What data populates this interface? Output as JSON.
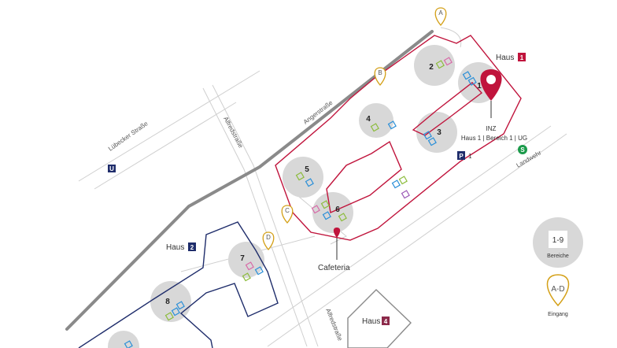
{
  "streets": {
    "angerstrasse": "Angerstraße",
    "luebecker": "Lübecker Straße",
    "alfred_top": "Alfredstraße",
    "alfred_bottom": "Alfredstraße",
    "landwehr": "Landwehr"
  },
  "buildings": {
    "haus1": {
      "label": "Haus",
      "number": "1",
      "color": "#c0143c"
    },
    "haus2": {
      "label": "Haus",
      "number": "2",
      "color": "#1f2d6b"
    },
    "haus4": {
      "label": "Haus",
      "number": "4",
      "color": "#8c2a4a"
    }
  },
  "areas": [
    "1",
    "2",
    "3",
    "4",
    "5",
    "6",
    "7",
    "8"
  ],
  "entrances": [
    "A",
    "B",
    "C",
    "D"
  ],
  "pois": {
    "inz_title": "INZ",
    "inz_detail": "Haus 1 | Bereich 1 | UG",
    "cafeteria": "Cafeteria",
    "parking_letter": "P",
    "parking_number": "1",
    "sbahn_letter": "S",
    "ubahn_letter": "U"
  },
  "legend": {
    "areas_range": "1-9",
    "areas_label": "Bereiche",
    "entrance_range": "A-D",
    "entrance_label": "Eingang"
  },
  "colors": {
    "haus1": "#c0143c",
    "haus2": "#1f2d6b",
    "gate": "#d4a017",
    "sbahn": "#1a9a4a",
    "area_fill": "#d8d8d8",
    "road": "#8a8a8a"
  }
}
